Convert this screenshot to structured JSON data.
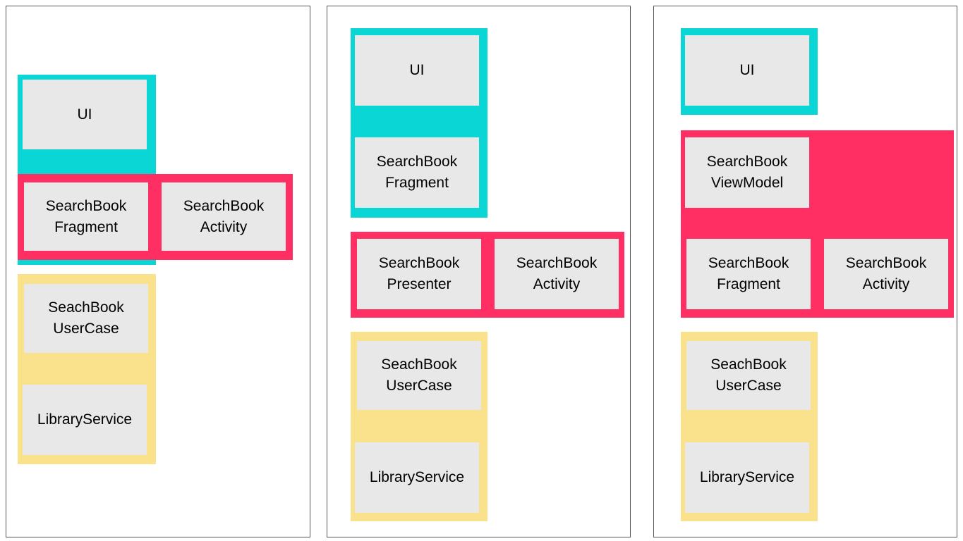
{
  "colors": {
    "ui": "#0bd6d6",
    "presentation": "#ff2f64",
    "domain": "#fae18c",
    "box": "#e8e8e8"
  },
  "panels": [
    {
      "boxes": {
        "ui": "UI",
        "fragment": "SearchBook\nFragment",
        "activity": "SearchBook\nActivity",
        "usecase": "SeachBook\nUserCase",
        "service": "LibraryService"
      }
    },
    {
      "boxes": {
        "ui": "UI",
        "fragment": "SearchBook\nFragment",
        "presenter": "SearchBook\nPresenter",
        "activity": "SearchBook\nActivity",
        "usecase": "SeachBook\nUserCase",
        "service": "LibraryService"
      }
    },
    {
      "boxes": {
        "ui": "UI",
        "viewmodel": "SearchBook\nViewModel",
        "fragment": "SearchBook\nFragment",
        "activity": "SearchBook\nActivity",
        "usecase": "SeachBook\nUserCase",
        "service": "LibraryService"
      }
    }
  ]
}
